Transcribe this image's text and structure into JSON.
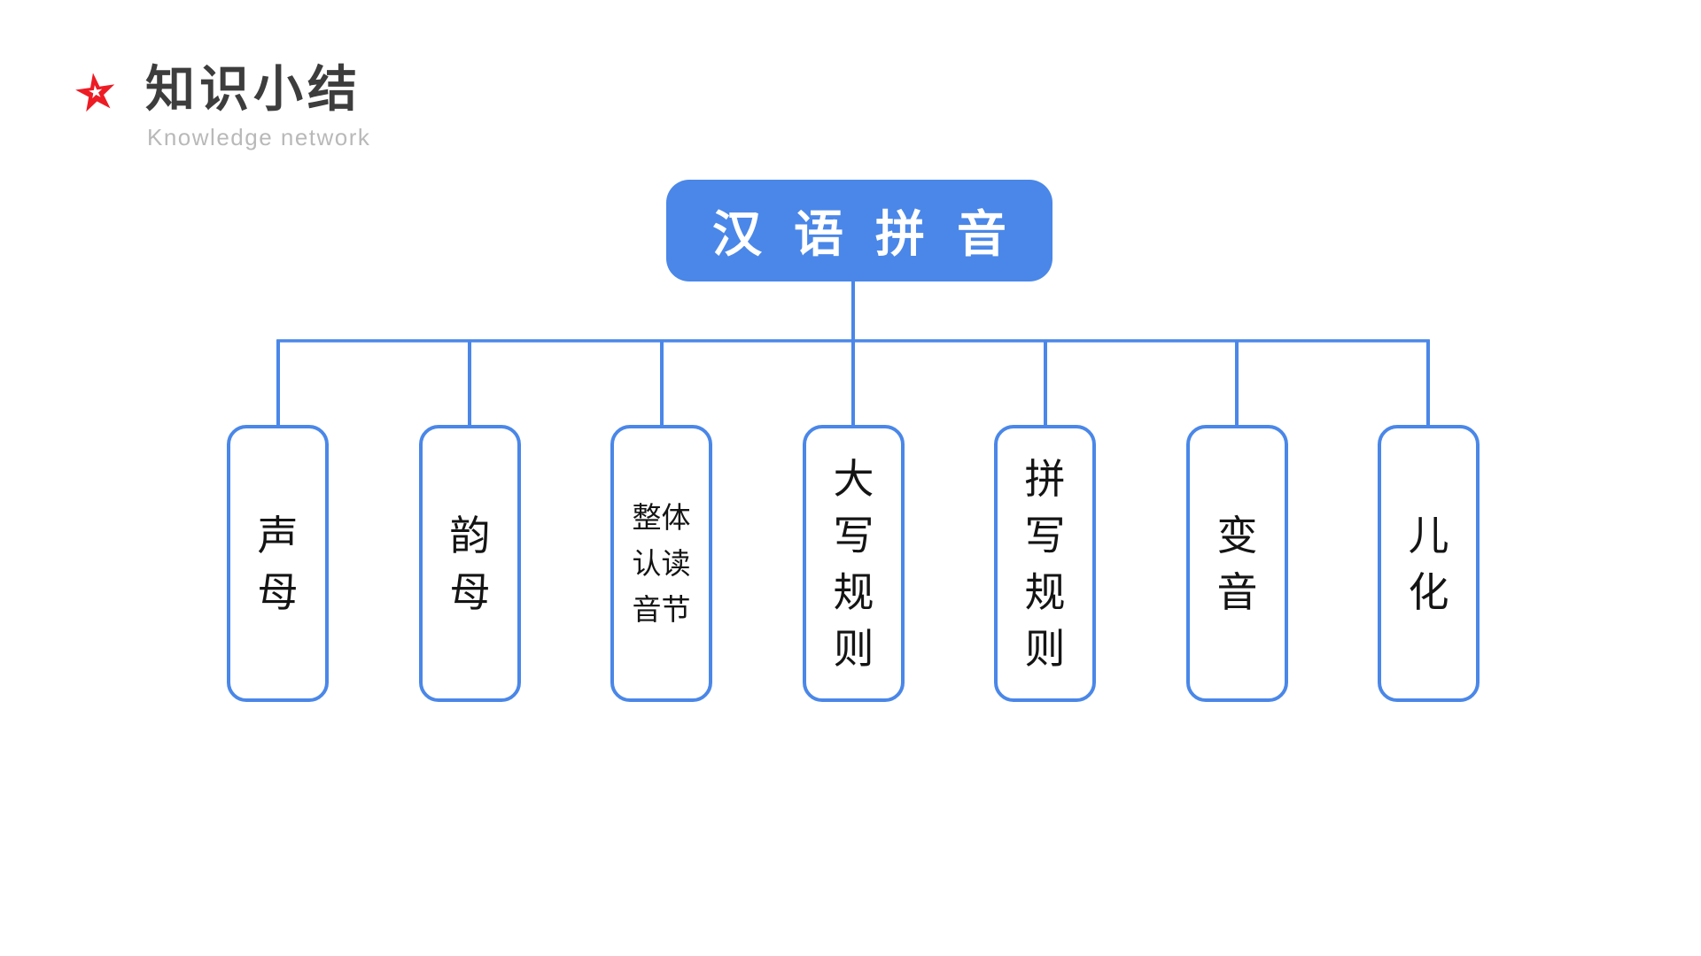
{
  "header": {
    "title": "知识小结",
    "subtitle": "Knowledge network",
    "star_color": "#ed1c24",
    "title_color": "#3d3d3d",
    "subtitle_color": "#b9b9b9"
  },
  "diagram": {
    "accent_color": "#4a87e8",
    "node_text_color": "#141414",
    "root": {
      "label": "汉语拼音",
      "text_color": "#ffffff"
    },
    "children": [
      {
        "label": "声母"
      },
      {
        "label": "韵母"
      },
      {
        "label": "整体认读音节"
      },
      {
        "label": "大写规则"
      },
      {
        "label": "拼写规则"
      },
      {
        "label": "变音"
      },
      {
        "label": "儿化"
      }
    ]
  }
}
